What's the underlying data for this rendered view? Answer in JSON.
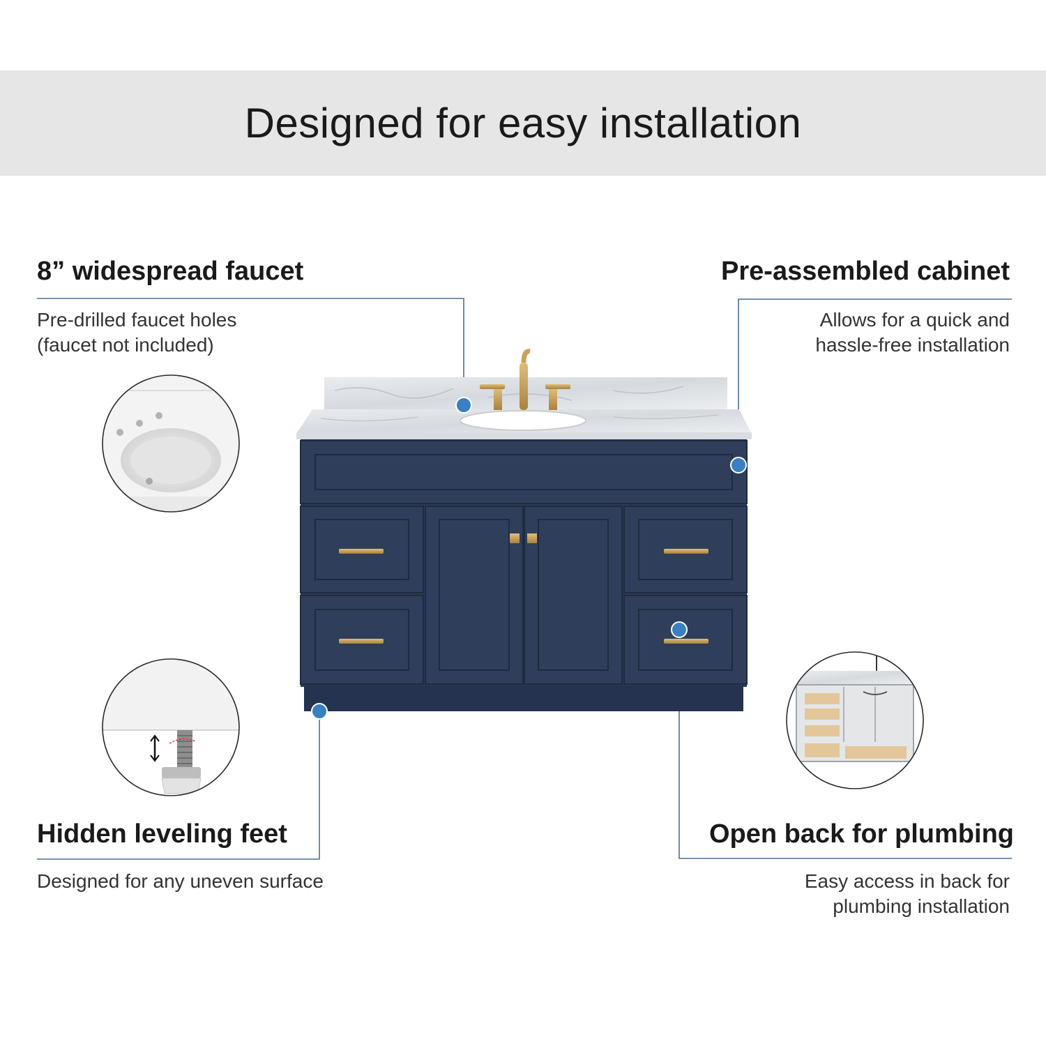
{
  "header": {
    "title": "Designed for easy installation"
  },
  "features": {
    "faucet": {
      "title": "8” widespread faucet",
      "description": "Pre-drilled faucet holes\n(faucet not included)"
    },
    "cabinet": {
      "title": "Pre-assembled cabinet",
      "description": "Allows for  a quick and\nhassle-free installation"
    },
    "feet": {
      "title": "Hidden leveling feet",
      "description": "Designed for any uneven surface"
    },
    "back": {
      "title": "Open back for plumbing",
      "description": "Easy access in back for\nplumbing installation"
    }
  },
  "colors": {
    "banner": "#e6e6e6",
    "cabinet_navy": "#2b3a55",
    "hardware_gold": "#c9a25a",
    "callout_blue": "#3a7fc1",
    "leader_line": "#4c6f97"
  }
}
